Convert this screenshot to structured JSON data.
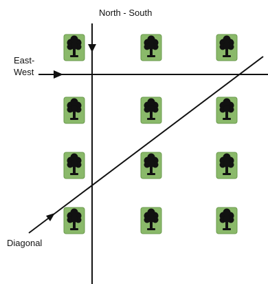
{
  "labels": {
    "north_south": "North - South",
    "east_west_line1": "East-",
    "east_west_line2": "West",
    "diagonal": "Diagonal"
  },
  "colors": {
    "tile_fill": "#8ab96a",
    "tile_stroke": "#6a9a4c",
    "tree_fill": "#111111",
    "line": "#111111",
    "background": "#ffffff"
  },
  "grid": {
    "rows": 4,
    "columns": 3,
    "icon": "tree-icon"
  }
}
